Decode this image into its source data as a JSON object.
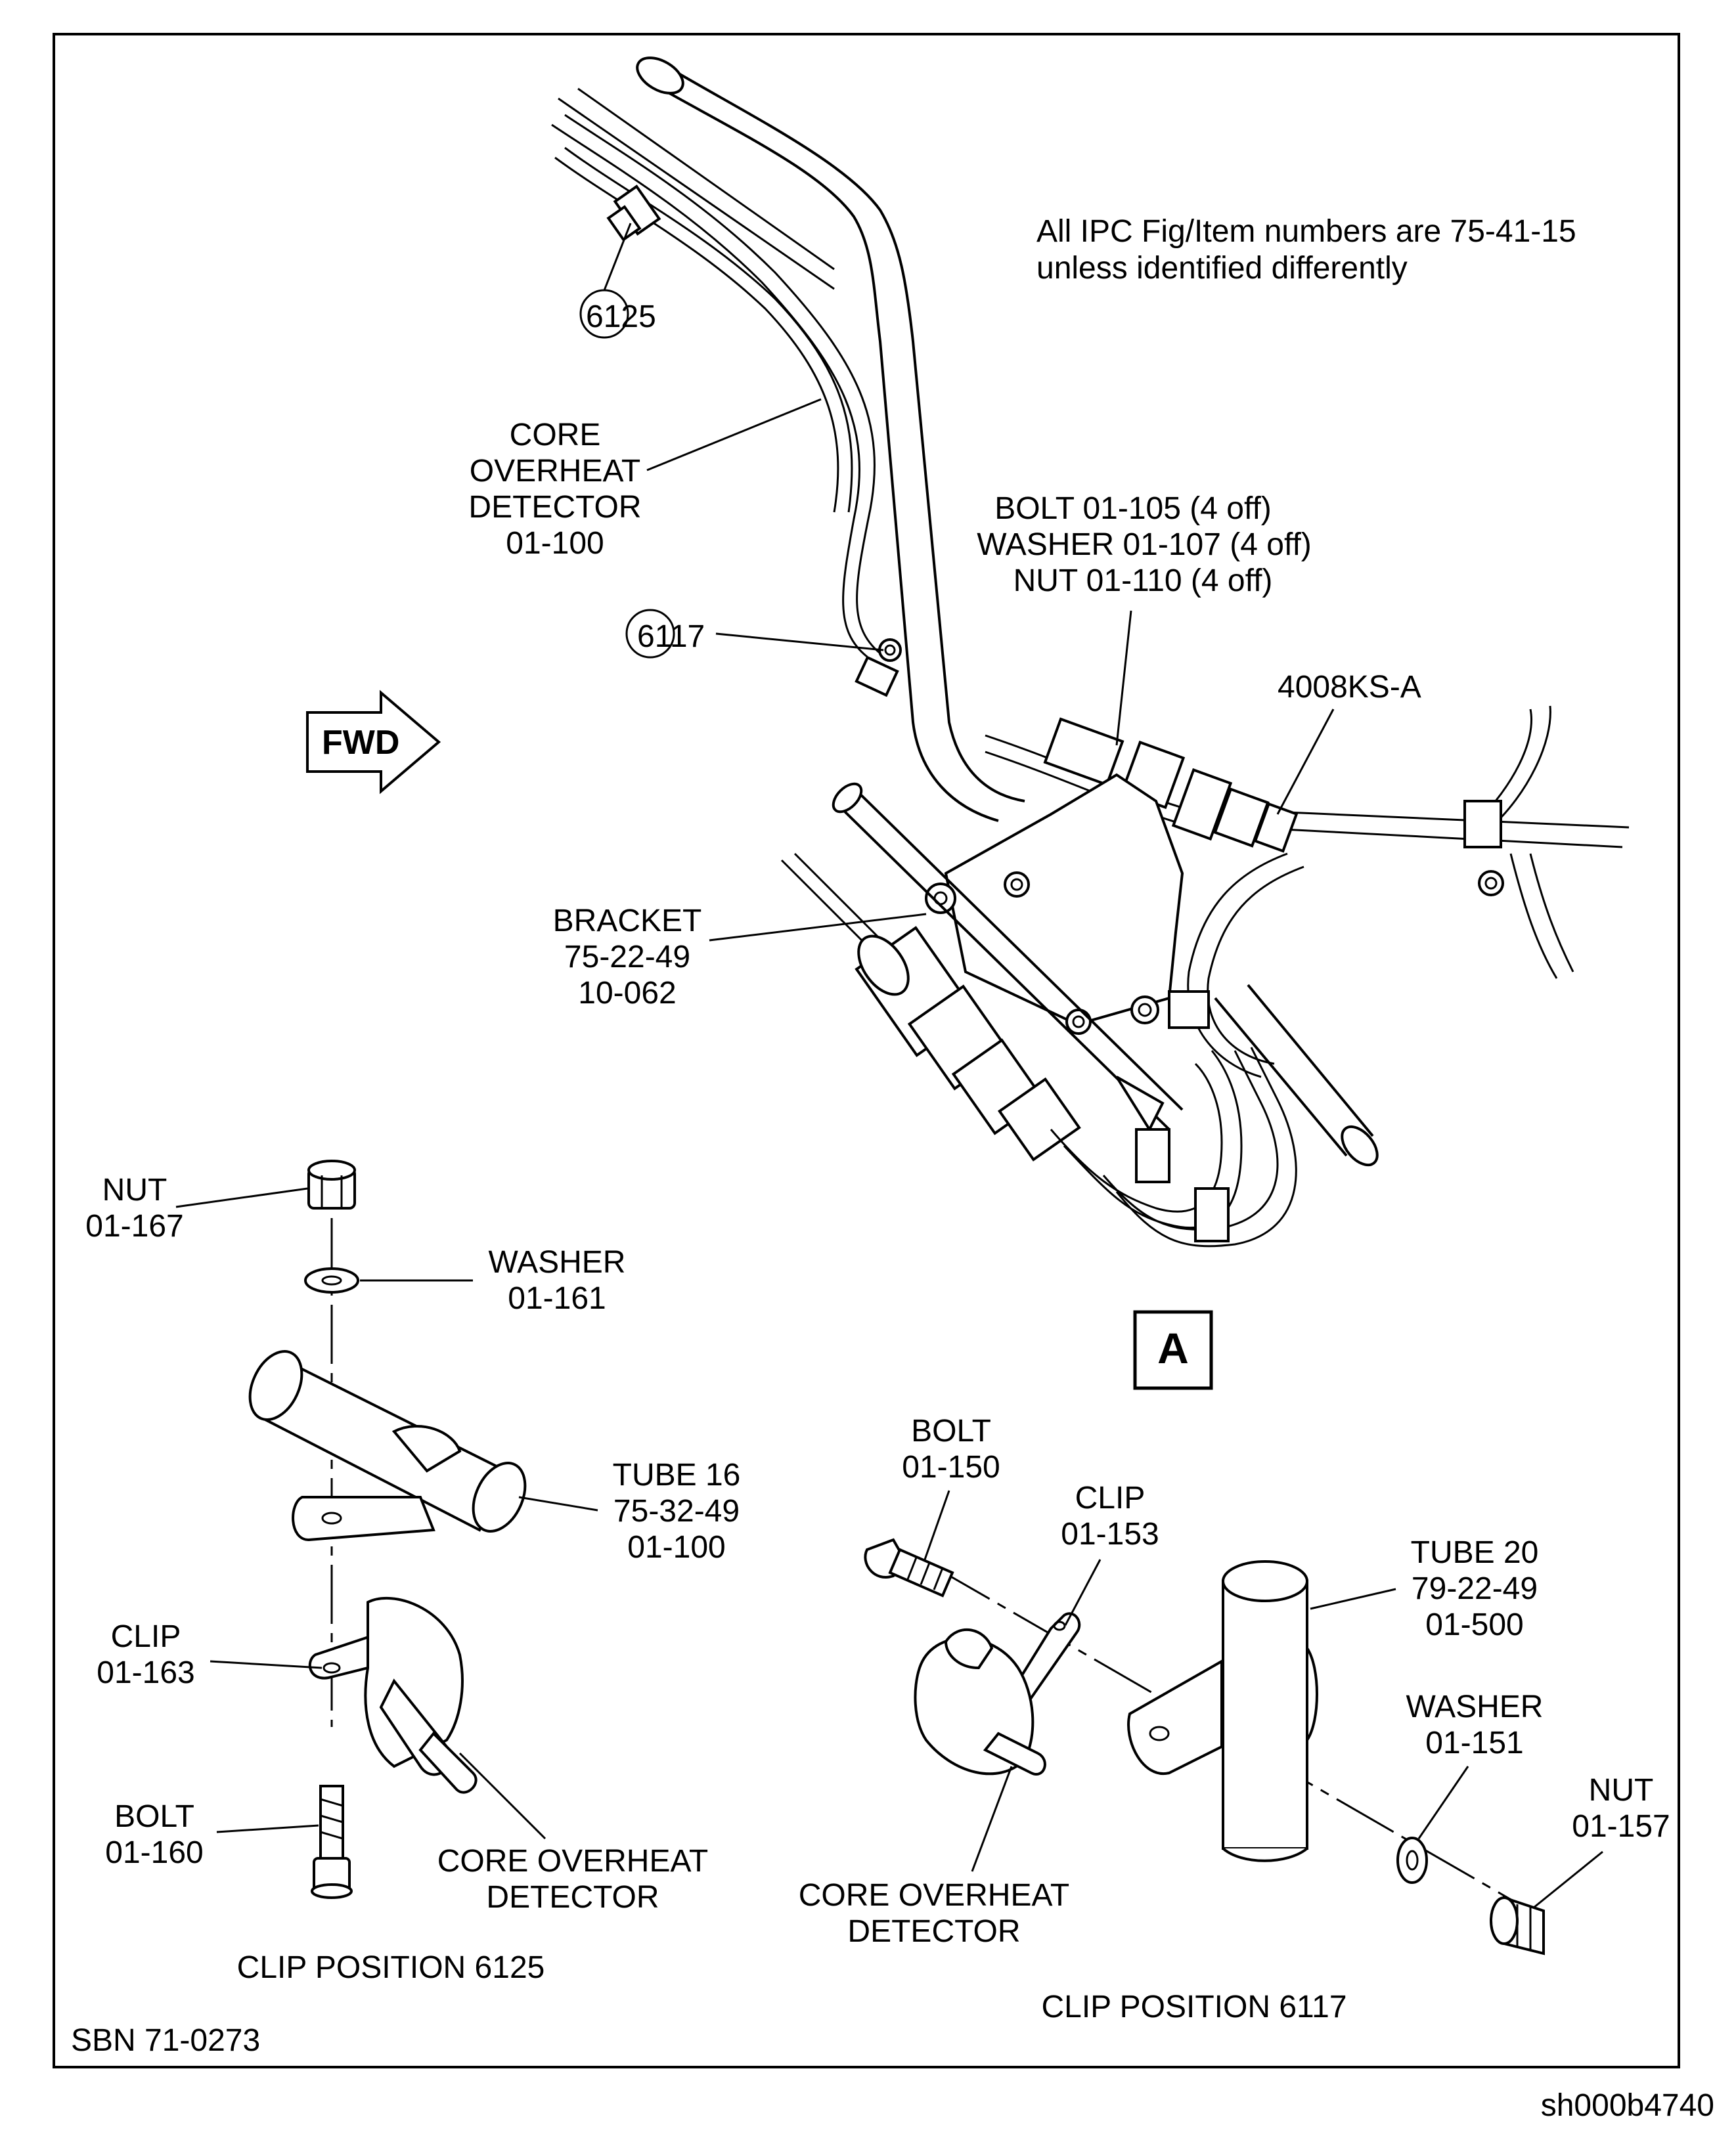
{
  "note": {
    "line1": "All IPC Fig/Item numbers are 75-41-15",
    "line2": "unless identified differently"
  },
  "fwd_label": "FWD",
  "view_label": "A",
  "part_ref": "4008KS-A",
  "callouts": {
    "c6125": "6125",
    "c6117": "6117"
  },
  "top_labels": {
    "core_detector": [
      "CORE",
      "OVERHEAT",
      "DETECTOR",
      "01-100"
    ],
    "bolt_group": [
      "BOLT 01-105 (4 off)",
      "WASHER 01-107 (4 off)",
      "NUT 01-110 (4 off)"
    ],
    "bracket": [
      "BRACKET",
      "75-22-49",
      "10-062"
    ]
  },
  "detail_6125": {
    "nut": [
      "NUT",
      "01-167"
    ],
    "washer": [
      "WASHER",
      "01-161"
    ],
    "tube": [
      "TUBE 16",
      "75-32-49",
      "01-100"
    ],
    "clip": [
      "CLIP",
      "01-163"
    ],
    "bolt": [
      "BOLT",
      "01-160"
    ],
    "detector": [
      "CORE OVERHEAT",
      "DETECTOR"
    ],
    "caption": "CLIP POSITION 6125"
  },
  "detail_6117": {
    "bolt": [
      "BOLT",
      "01-150"
    ],
    "clip": [
      "CLIP",
      "01-153"
    ],
    "tube": [
      "TUBE 20",
      "79-22-49",
      "01-500"
    ],
    "washer": [
      "WASHER",
      "01-151"
    ],
    "nut": [
      "NUT",
      "01-157"
    ],
    "detector": [
      "CORE OVERHEAT",
      "DETECTOR"
    ],
    "caption": "CLIP POSITION 6117"
  },
  "sbn": "SBN 71-0273",
  "sheet_id": "sh000b4740"
}
